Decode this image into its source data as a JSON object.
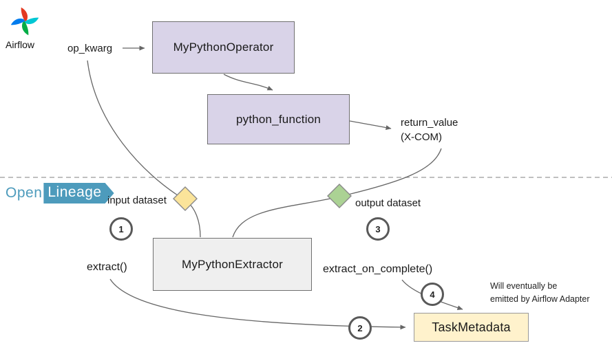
{
  "airflow": {
    "label": "Airflow"
  },
  "openlineage": {
    "prefix": "Open",
    "suffix": "Lineage"
  },
  "nodes": {
    "my_python_operator": "MyPythonOperator",
    "python_function": "python_function",
    "my_python_extractor": "MyPythonExtractor",
    "task_metadata": "TaskMetadata"
  },
  "labels": {
    "op_kwarg": "op_kwarg",
    "return_value_line1": "return_value",
    "return_value_line2": "(X-COM)",
    "input_dataset": "input dataset",
    "output_dataset": "output dataset",
    "extract": "extract()",
    "extract_on_complete": "extract_on_complete()",
    "note_line1": "Will eventually be",
    "note_line2": "emitted by Airflow Adapter"
  },
  "steps": [
    "1",
    "2",
    "3",
    "4"
  ],
  "colors": {
    "purple_box_fill": "#d9d3e8",
    "purple_box_border": "#6f6f6f",
    "gray_box_fill": "#efefef",
    "gray_box_border": "#6f6f6f",
    "task_box_fill": "#fff2cc",
    "task_box_border": "#999999",
    "input_diamond_fill": "#fbe49a",
    "output_diamond_fill": "#abd294",
    "diamond_border": "#8a8a8a",
    "edge_stroke": "#666666",
    "circle_border": "#595959",
    "openlineage_blue": "#4d9bbc",
    "dashed_line": "#999999",
    "airflow_red": "#e43921",
    "airflow_cyan": "#00c7d4",
    "airflow_blue": "#017cee",
    "airflow_green": "#00ad46"
  }
}
